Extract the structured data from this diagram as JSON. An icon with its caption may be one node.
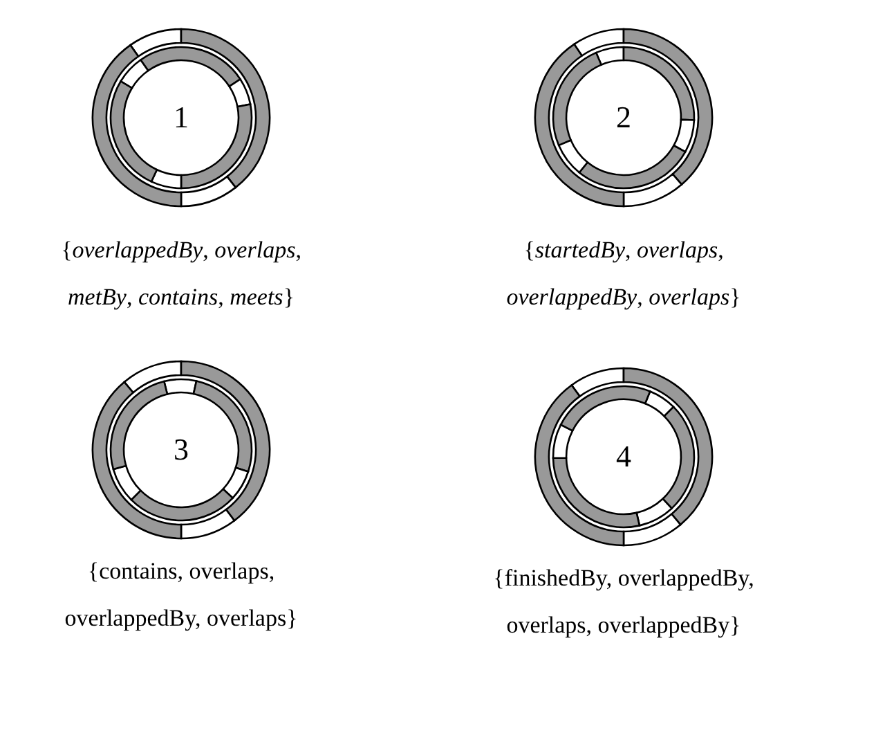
{
  "diagram": {
    "nodes": [
      {
        "text": [
          "1",
          "{*overlappedBy*, *overlaps*, *metBy*, *contains*, *meets*}"
        ]
      },
      {
        "text": [
          "2",
          "{*startedBy*, *overlaps*, *overlappedBy*,  *overlaps*}"
        ]
      },
      {
        "text": [
          "3",
          "{contains, overlaps, overlappedBy, overlaps}"
        ]
      },
      {
        "text": [
          "4",
          "{finishedBy, overlappedBy, overlaps, overlappedBy}"
        ]
      }
    ]
  }
}
